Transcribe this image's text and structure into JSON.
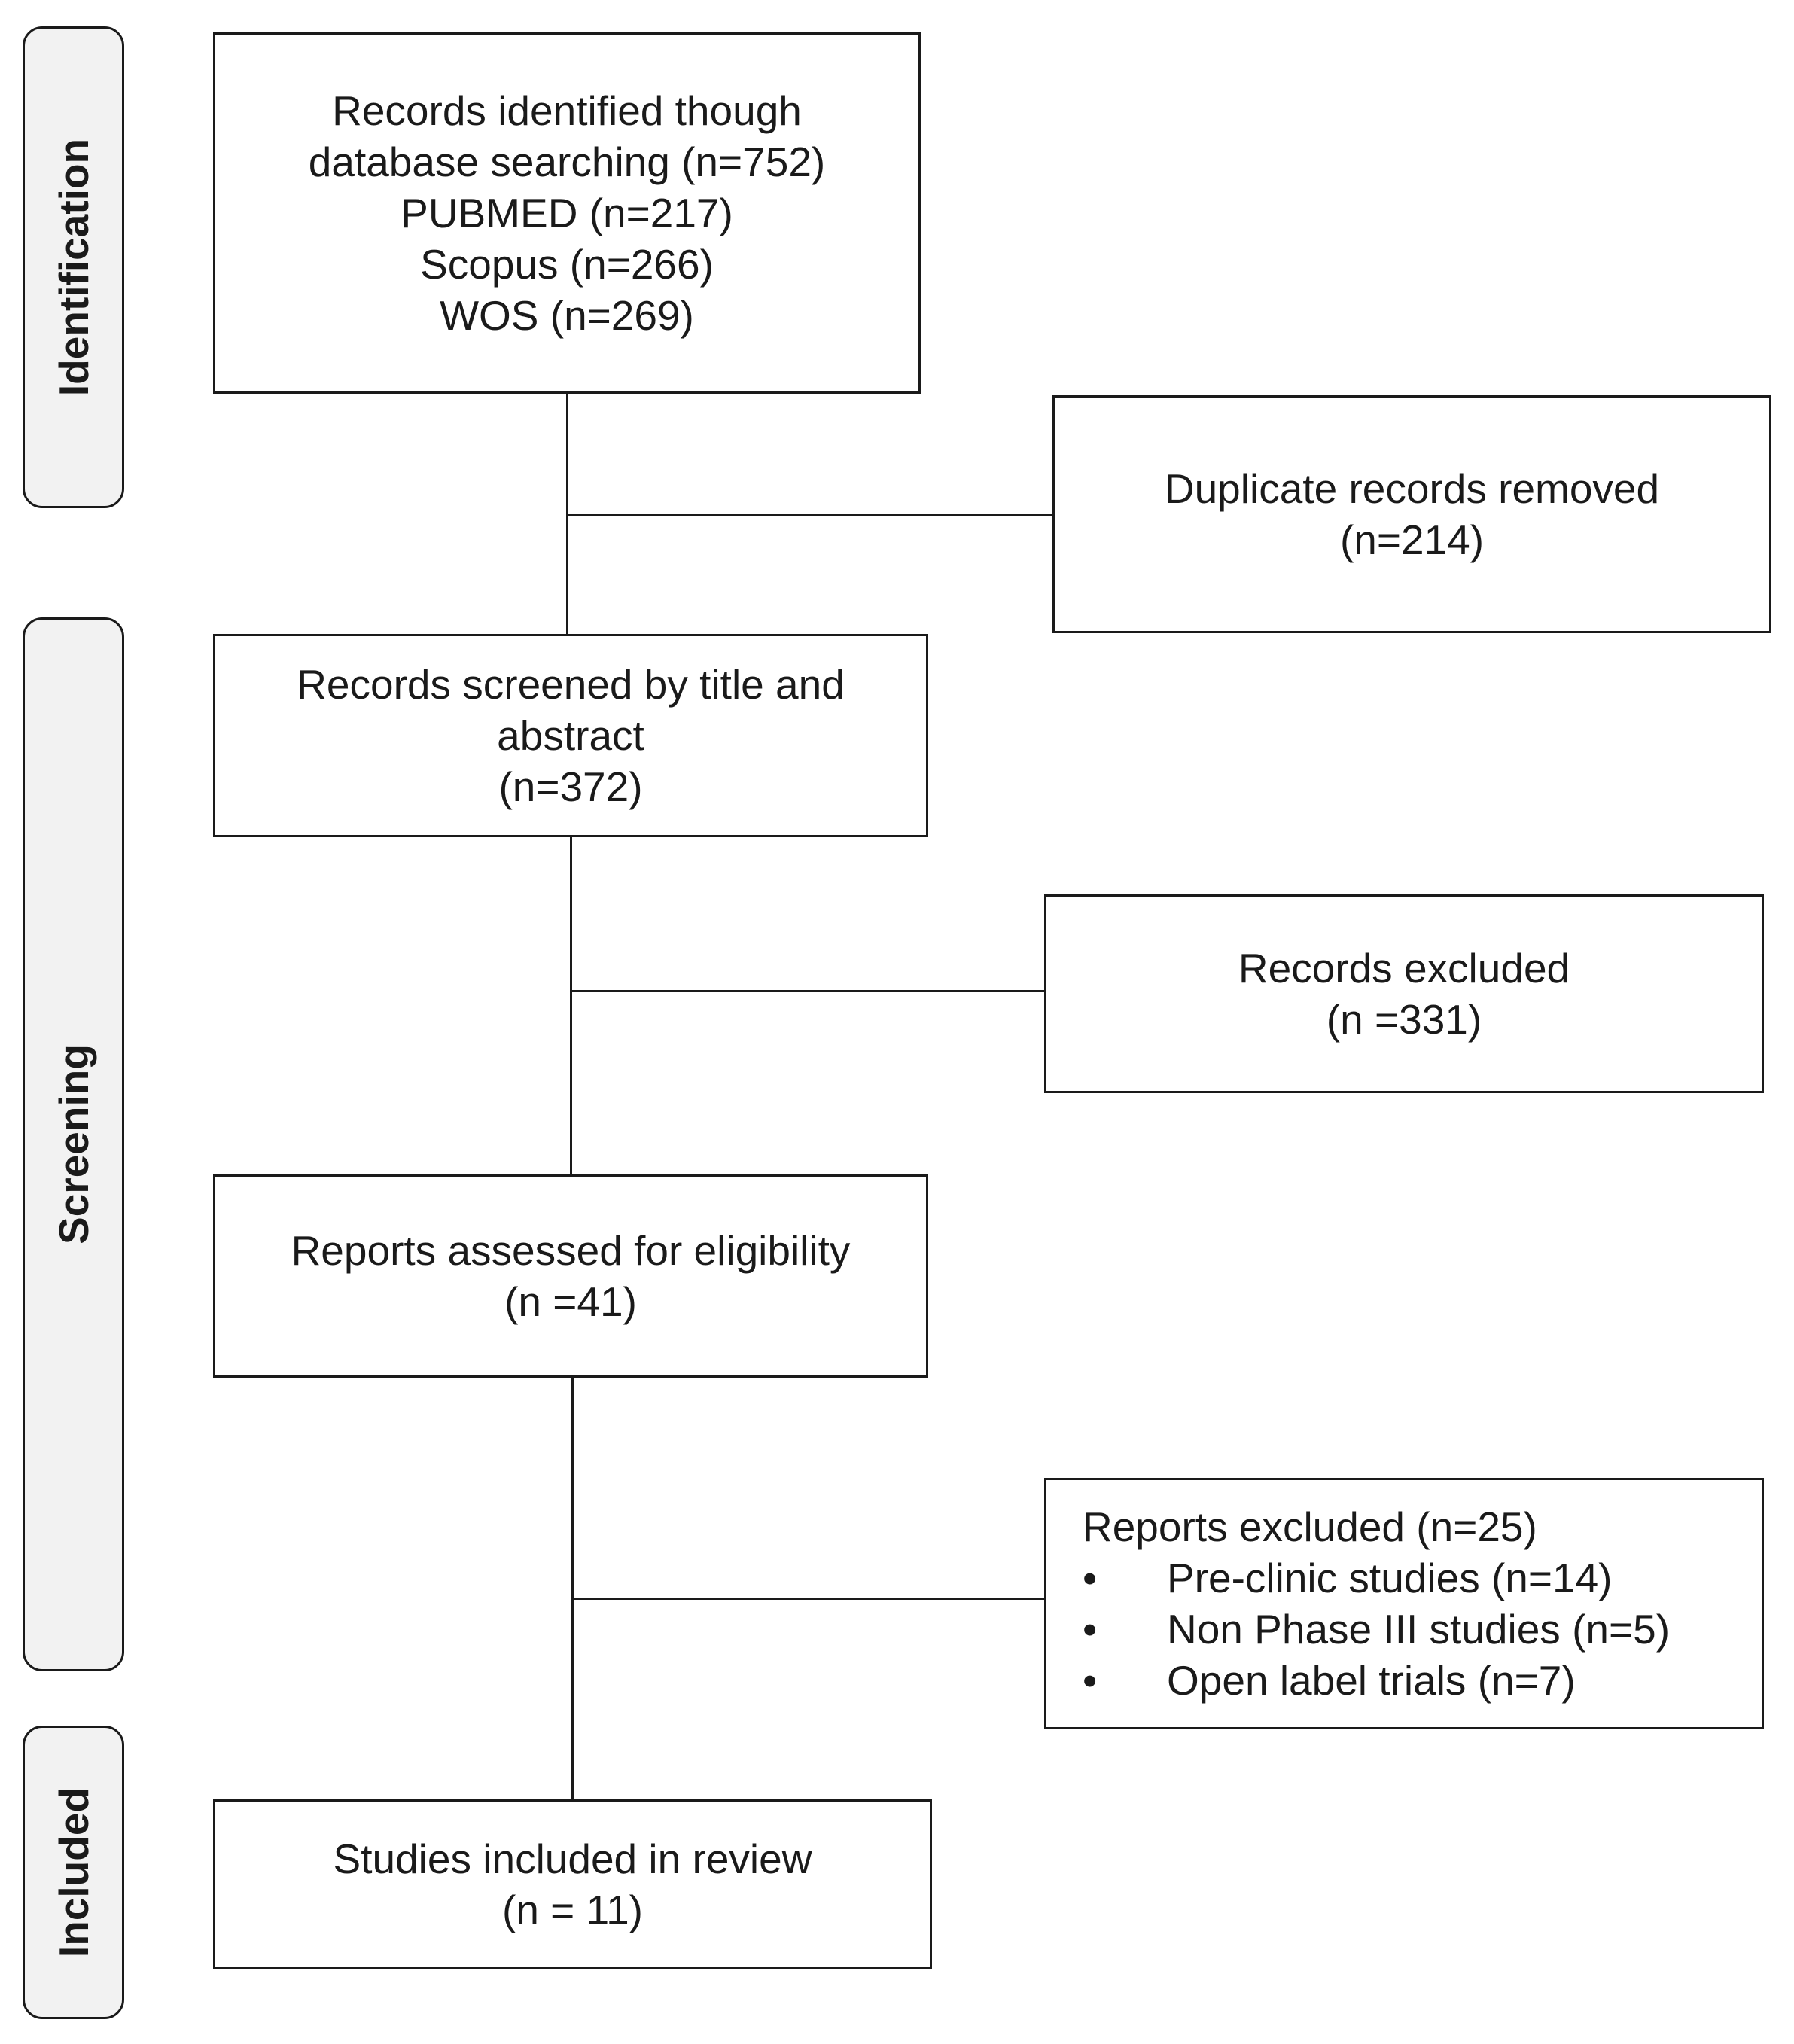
{
  "phases": {
    "identification": "Identification",
    "screening": "Screening",
    "included": "Included"
  },
  "boxes": {
    "identified": {
      "lines": [
        "Records identified though",
        "database searching (n=752)",
        "PUBMED (n=217)",
        "Scopus (n=266)",
        "WOS (n=269)"
      ]
    },
    "duplicates": {
      "lines": [
        "Duplicate records removed",
        "(n=214)"
      ]
    },
    "screened": {
      "lines": [
        "Records screened by title and",
        "abstract",
        "(n=372)"
      ]
    },
    "records_excluded": {
      "lines": [
        "Records excluded",
        "(n =331)"
      ]
    },
    "assessed": {
      "lines": [
        "Reports assessed for eligibility",
        "(n =41)"
      ]
    },
    "reports_excluded": {
      "heading": "Reports excluded (n=25)",
      "bullet_symbol": "•",
      "items": [
        "Pre-clinic studies (n=14)",
        "Non Phase III  studies (n=5)",
        "Open label trials (n=7)"
      ]
    },
    "included": {
      "lines": [
        "Studies included in review",
        "(n = 11)"
      ]
    }
  }
}
